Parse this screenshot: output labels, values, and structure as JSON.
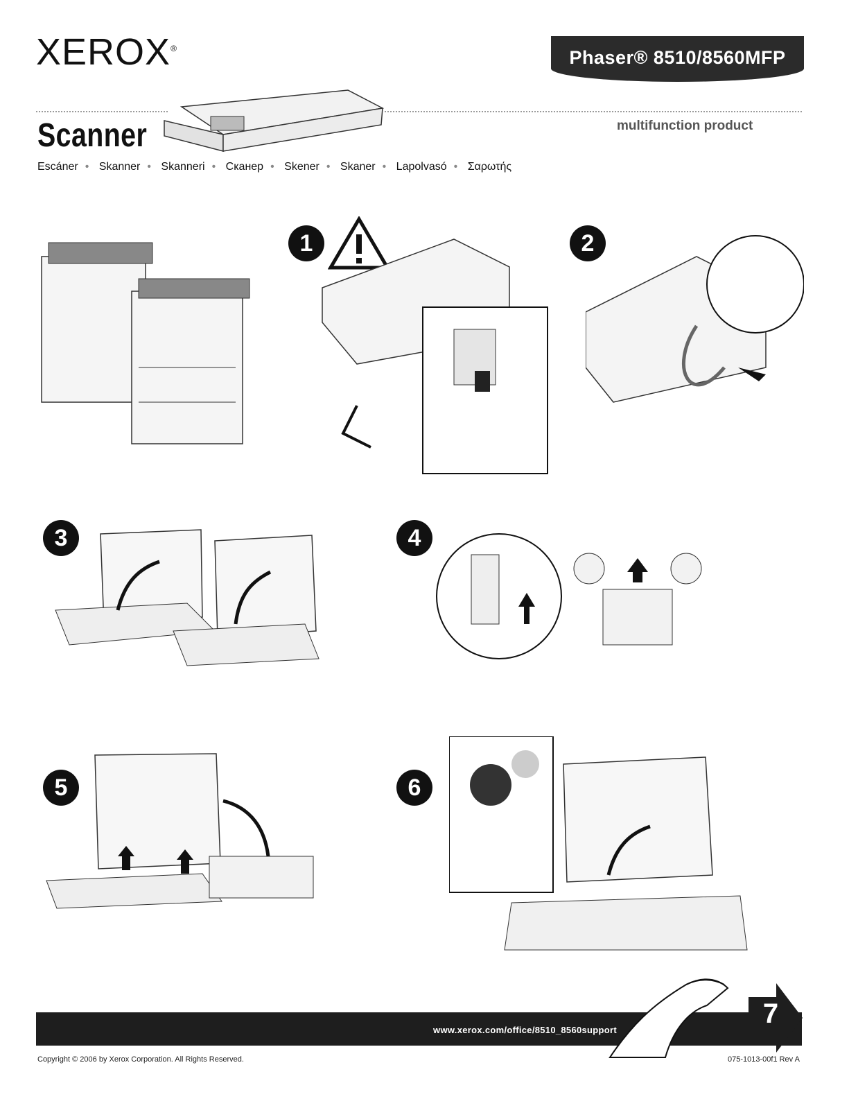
{
  "header": {
    "brand": "XEROX",
    "brand_mark": "®",
    "model": "Phaser® 8510/8560MFP",
    "subtitle": "multifunction product"
  },
  "title": "Scanner",
  "translations": [
    "Escáner",
    "Skanner",
    "Skanneri",
    "Сканер",
    "Skener",
    "Skaner",
    "Lapolvasó",
    "Σαρωτής"
  ],
  "steps": [
    "1",
    "2",
    "3",
    "4",
    "5",
    "6"
  ],
  "footer": {
    "url": "www.xerox.com/office/8510_8560support",
    "next_page": "7",
    "copyright": "Copyright © 2006 by Xerox Corporation.  All Rights Reserved.",
    "doc_number": "075-1013-00f1 Rev A"
  },
  "icons": {
    "warning": "warning-triangle-icon",
    "arrow_up": "arrow-up-icon",
    "next": "next-page-arrow-icon"
  }
}
